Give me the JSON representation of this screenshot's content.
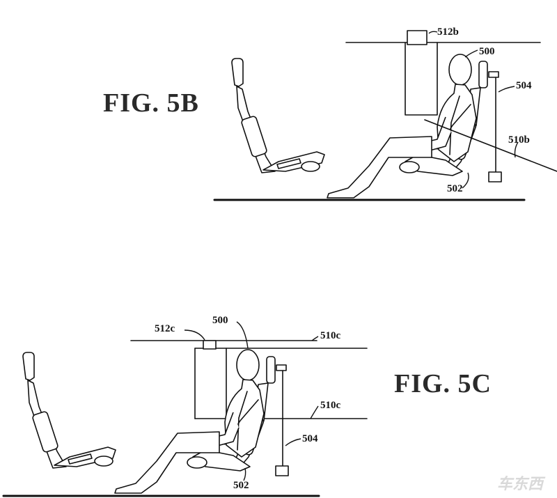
{
  "figures": [
    {
      "title": "FIG.  5B",
      "labels": {
        "occupant": "500",
        "seat": "502",
        "pole": "504",
        "floor_line": "510b",
        "ceiling_box": "512b"
      }
    },
    {
      "title": "FIG.  5C",
      "labels": {
        "occupant": "500",
        "seat": "502",
        "pole": "504",
        "ceiling_line": "510c",
        "mid_line": "510c",
        "ceiling_box": "512c"
      }
    }
  ],
  "watermark": {
    "text": "车东西"
  }
}
